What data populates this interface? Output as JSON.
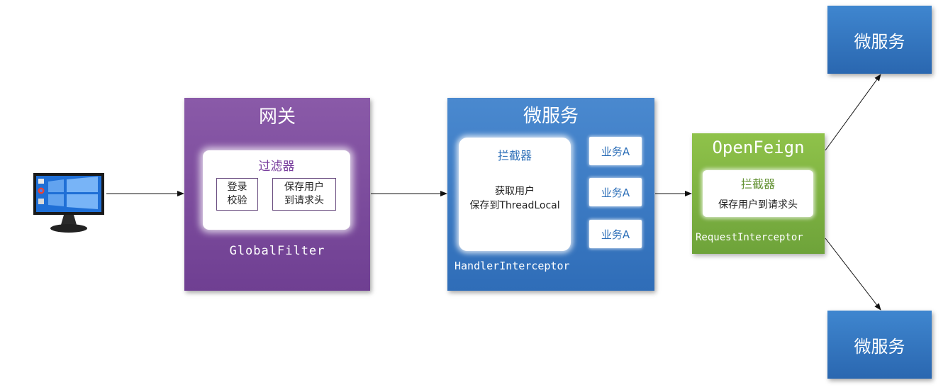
{
  "gateway": {
    "title": "网关",
    "filter_title": "过滤器",
    "login_check": [
      "登录",
      "校验"
    ],
    "save_user": [
      "保存用户",
      "到请求头"
    ],
    "label": "GlobalFilter"
  },
  "microservice": {
    "title": "微服务",
    "interceptor_title": "拦截器",
    "interceptor_body": [
      "获取用户",
      "保存到ThreadLocal"
    ],
    "business": [
      "业务A",
      "业务A",
      "业务A"
    ],
    "label": "HandlerInterceptor"
  },
  "openfeign": {
    "title": "OpenFeign",
    "interceptor_title": "拦截器",
    "interceptor_body": "保存用户到请求头",
    "label": "RequestInterceptor"
  },
  "services": {
    "top": "微服务",
    "bottom": "微服务"
  },
  "colors": {
    "gateway": "#7a4a9c",
    "microservice": "#3a7cc4",
    "openfeign": "#7fb342"
  }
}
